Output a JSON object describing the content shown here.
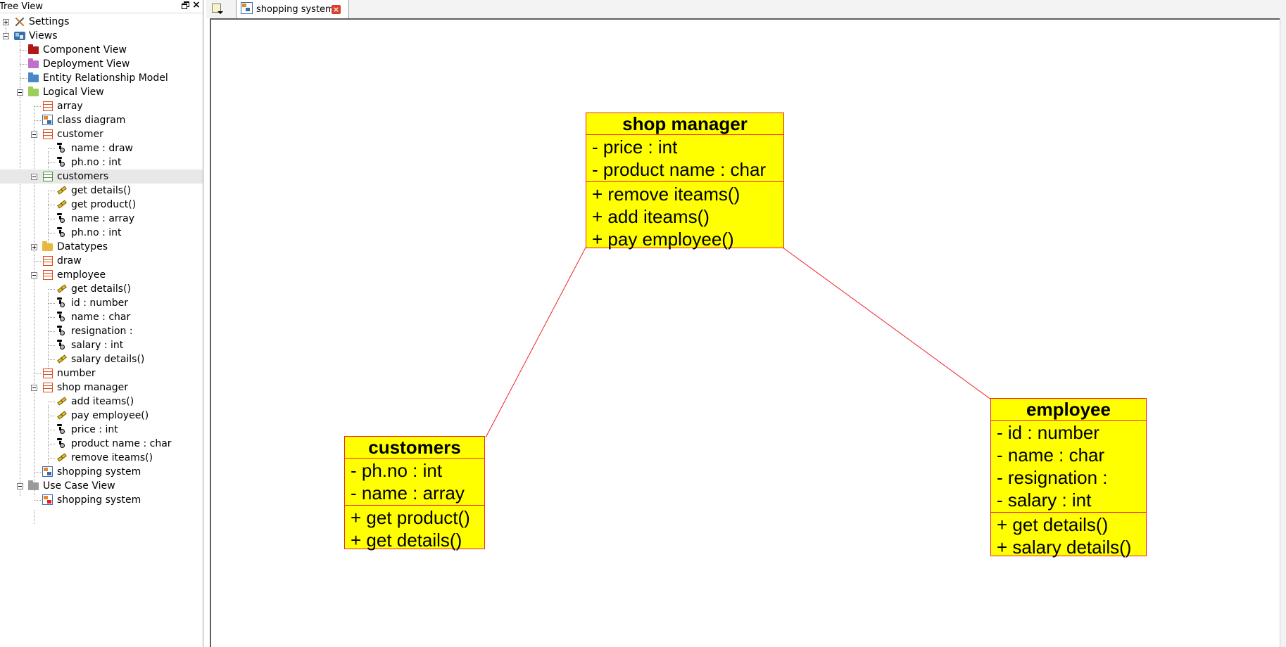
{
  "tree_view": {
    "title": "Tree View",
    "items": [
      {
        "label": "Settings"
      },
      {
        "label": "Views"
      },
      {
        "label": "Component View"
      },
      {
        "label": "Deployment View"
      },
      {
        "label": "Entity Relationship Model"
      },
      {
        "label": "Logical View"
      },
      {
        "label": "array"
      },
      {
        "label": "class diagram"
      },
      {
        "label": "customer"
      },
      {
        "label": "name : draw"
      },
      {
        "label": "ph.no : int"
      },
      {
        "label": "customers"
      },
      {
        "label": "get details()"
      },
      {
        "label": "get product()"
      },
      {
        "label": "name : array"
      },
      {
        "label": "ph.no : int"
      },
      {
        "label": "Datatypes"
      },
      {
        "label": "draw"
      },
      {
        "label": "employee"
      },
      {
        "label": "get details()"
      },
      {
        "label": "id : number"
      },
      {
        "label": "name : char"
      },
      {
        "label": "resignation :"
      },
      {
        "label": "salary : int"
      },
      {
        "label": "salary details()"
      },
      {
        "label": "number"
      },
      {
        "label": "shop manager"
      },
      {
        "label": "add iteams()"
      },
      {
        "label": "pay employee()"
      },
      {
        "label": "price  : int"
      },
      {
        "label": "product name : char"
      },
      {
        "label": "remove iteams()"
      },
      {
        "label": "shopping system"
      },
      {
        "label": "Use Case View"
      },
      {
        "label": "shopping system"
      }
    ]
  },
  "tabs": {
    "active_label": "shopping system",
    "close_glyph": "×"
  },
  "diagram": {
    "line_color": "#f0202a",
    "box_fill": "#ffff00",
    "classes": {
      "shop_manager": {
        "name": "shop manager",
        "attributes": [
          "- price  : int",
          "- product name : char"
        ],
        "operations": [
          "+ remove iteams()",
          "+ add iteams()",
          "+ pay employee()"
        ]
      },
      "customers": {
        "name": "customers",
        "attributes": [
          "- ph.no : int",
          "- name : array"
        ],
        "operations": [
          "+ get product()",
          "+ get details()"
        ]
      },
      "employee": {
        "name": "employee",
        "attributes": [
          "- id : number",
          "- name : char",
          "- resignation :",
          "- salary : int"
        ],
        "operations": [
          "+ get details()",
          "+ salary details()"
        ]
      }
    }
  }
}
